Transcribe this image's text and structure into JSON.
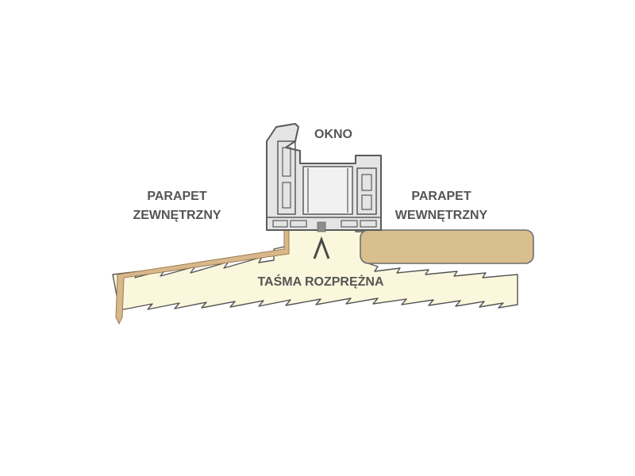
{
  "labels": {
    "window": "OKNO",
    "outer_sill_line1": "PARAPET",
    "outer_sill_line2": "ZEWNĘTRZNY",
    "inner_sill_line1": "PARAPET",
    "inner_sill_line2": "WEWNĘTRZNY",
    "expanding_tape": "TAŚMA ROZPRĘŻNA"
  },
  "colors": {
    "foam": "#fbf7dc",
    "foam_outline": "#555555",
    "outer_sill": "#d8b88b",
    "inner_sill": "#d9bf8e",
    "inner_sill_outline": "#6e6e6e",
    "window_frame": "#e4e4e4",
    "window_outline": "#5a5a5a",
    "tape": "#8d8d8d",
    "text": "#555555"
  }
}
